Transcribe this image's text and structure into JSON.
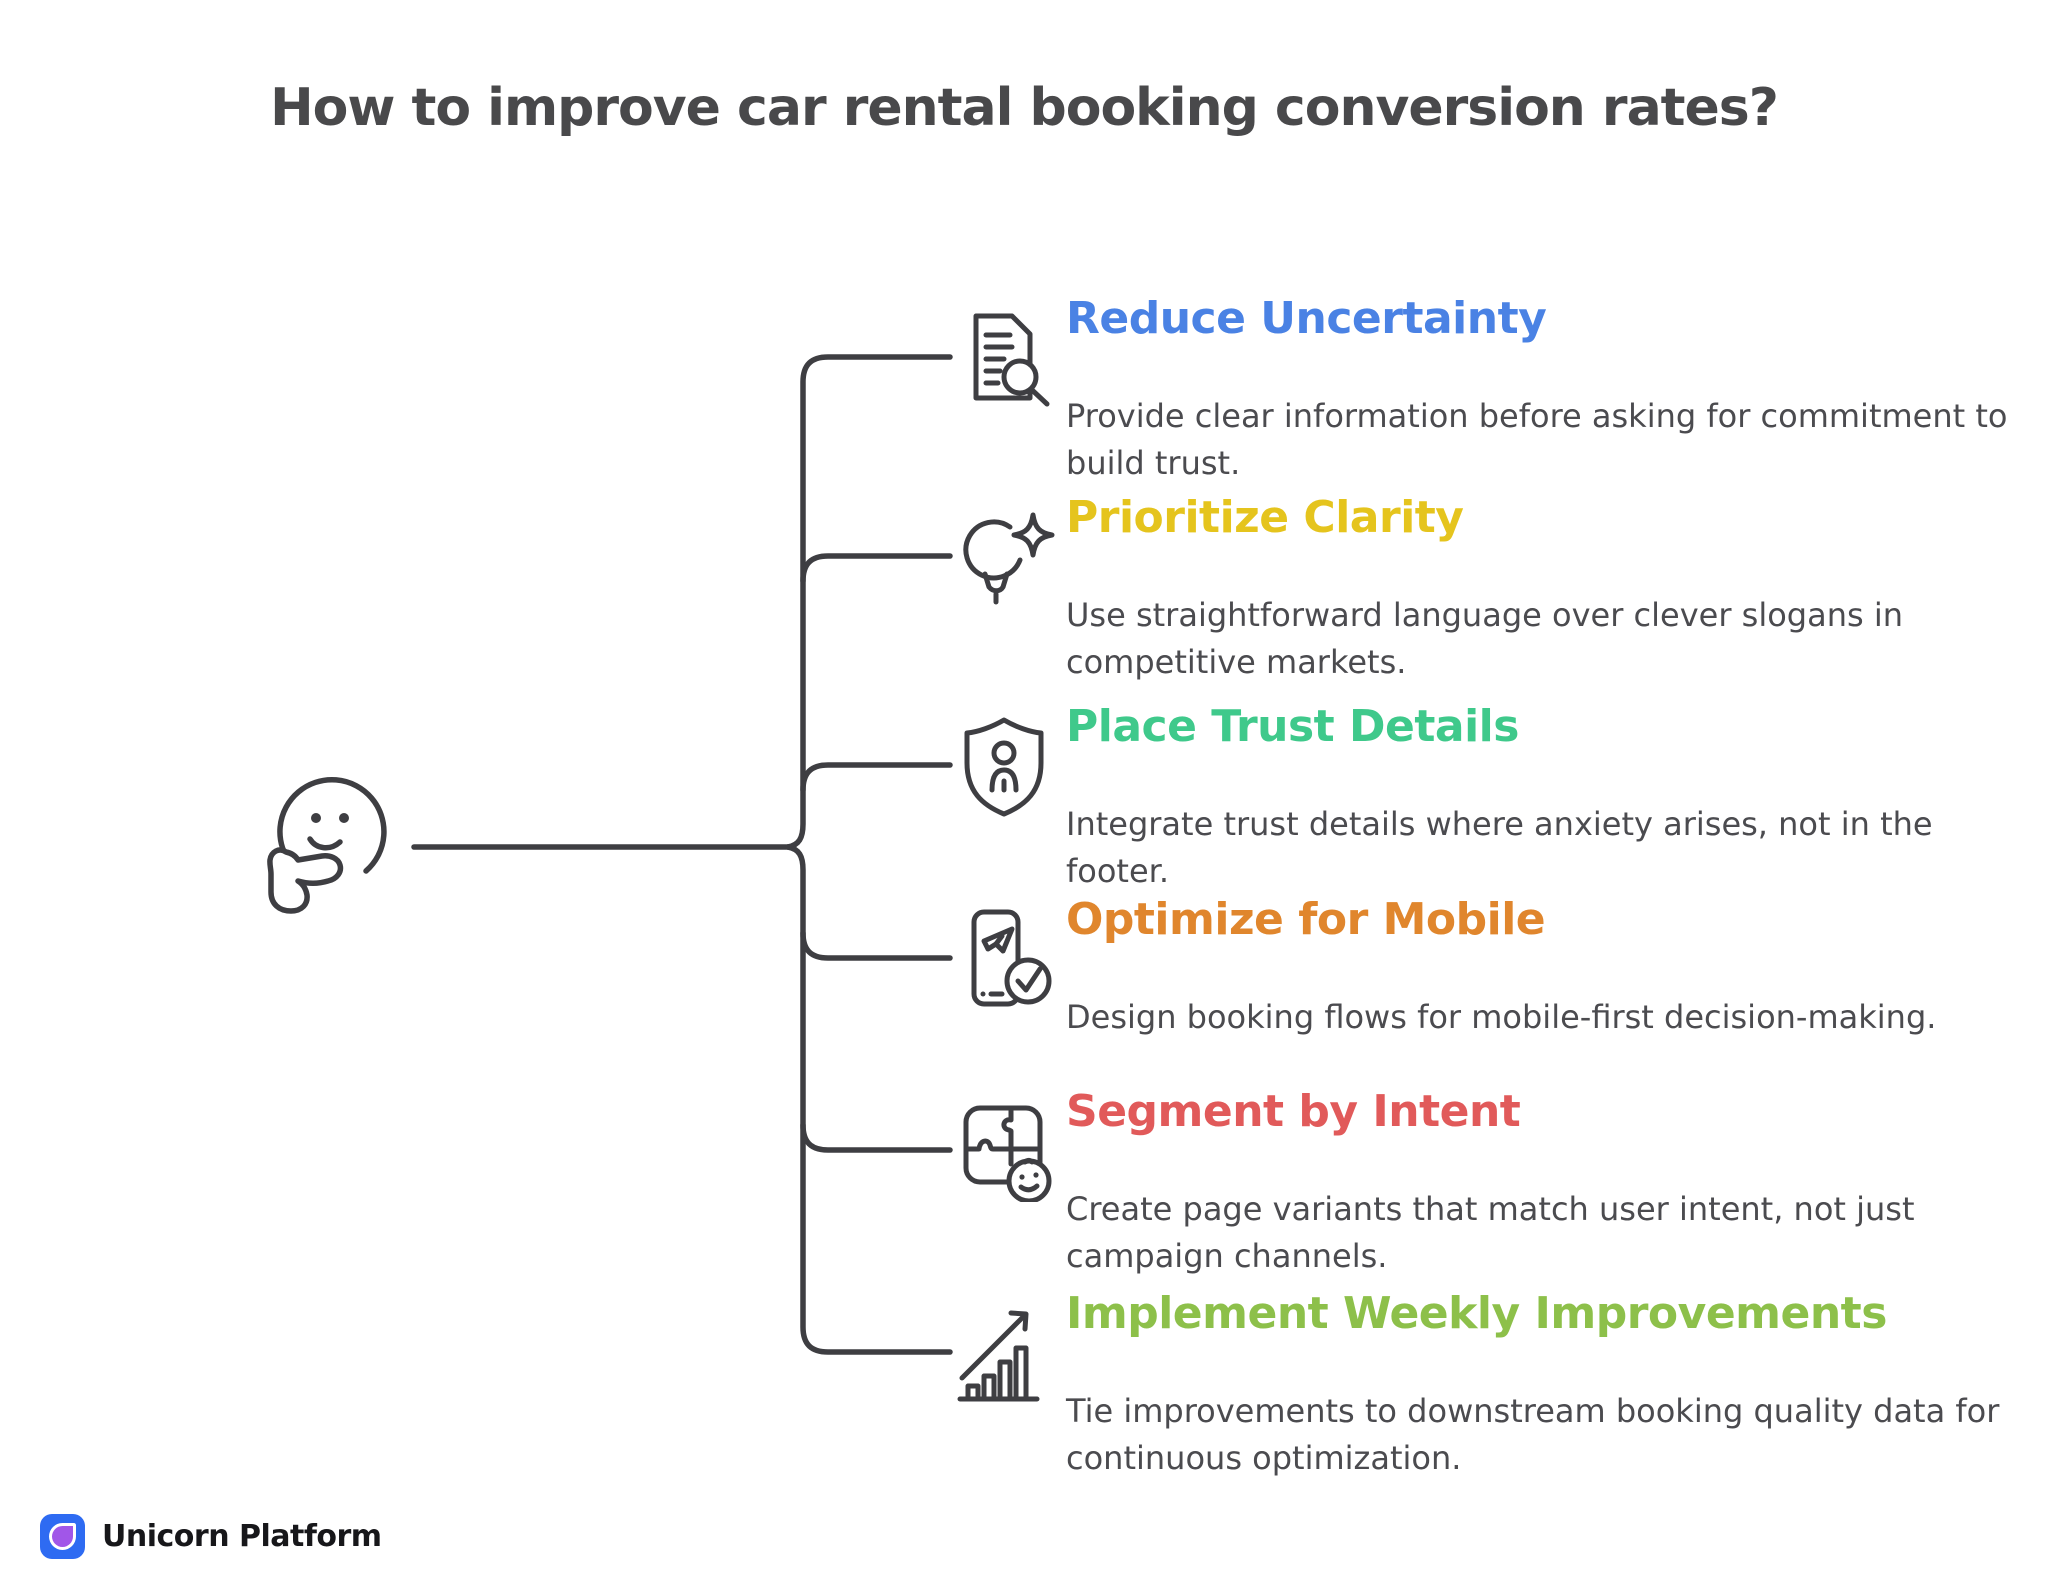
{
  "title": "How to improve car rental booking conversion rates?",
  "brand": {
    "name": "Unicorn Platform"
  },
  "colors": {
    "stroke": "#3e3e42",
    "title_text": "#49494b",
    "body_text": "#4b4b4f",
    "brand_blue": "#2e6bf2",
    "brand_purple": "#a156e8",
    "brand_text": "#17171a"
  },
  "items": [
    {
      "heading": "Reduce Uncertainty",
      "color": "#4a82e4",
      "icon": "document-search-icon",
      "body": "Provide clear information before asking for commitment to build trust."
    },
    {
      "heading": "Prioritize Clarity",
      "color": "#e5c41d",
      "icon": "lightbulb-sparkle-icon",
      "body": "Use straightforward language over clever slogans in competitive markets."
    },
    {
      "heading": "Place Trust Details",
      "color": "#3fc98b",
      "icon": "shield-person-icon",
      "body": "Integrate trust details where anxiety arises, not in the footer."
    },
    {
      "heading": "Optimize for Mobile",
      "color": "#e0862d",
      "icon": "mobile-check-icon",
      "body": "Design booking flows for mobile-first decision-making."
    },
    {
      "heading": "Segment by Intent",
      "color": "#e15a5a",
      "icon": "puzzle-smiley-icon",
      "body": "Create page variants that match user intent, not just campaign channels."
    },
    {
      "heading": "Implement Weekly Improvements",
      "color": "#8dc04a",
      "icon": "growth-chart-icon",
      "body": "Tie improvements to downstream booking quality data for continuous optimization."
    }
  ]
}
